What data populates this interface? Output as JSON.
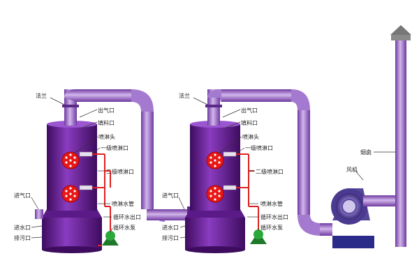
{
  "colors": {
    "tower": "#6a1f98",
    "tower_dark": "#3e0c5e",
    "pipe": "#9a66c8",
    "red_line": "#e02020",
    "pump": "#2a9a3a",
    "base": "#2a2a88"
  },
  "labels": {
    "flange": "法兰",
    "gas_outlet": "出气口",
    "packing_port": "填料口",
    "spray_head": "喷淋头",
    "spray_port_1": "一级喷淋口",
    "spray_port_2": "二级喷淋口",
    "gas_inlet": "进气口",
    "spray_pipe": "喷淋水管",
    "water_inlet": "进水口",
    "circ_water_outlet": "循环水出口",
    "drain_outlet": "排污口",
    "circ_pump": "循环水泵",
    "chimney": "烟囱",
    "fan": "风机"
  }
}
